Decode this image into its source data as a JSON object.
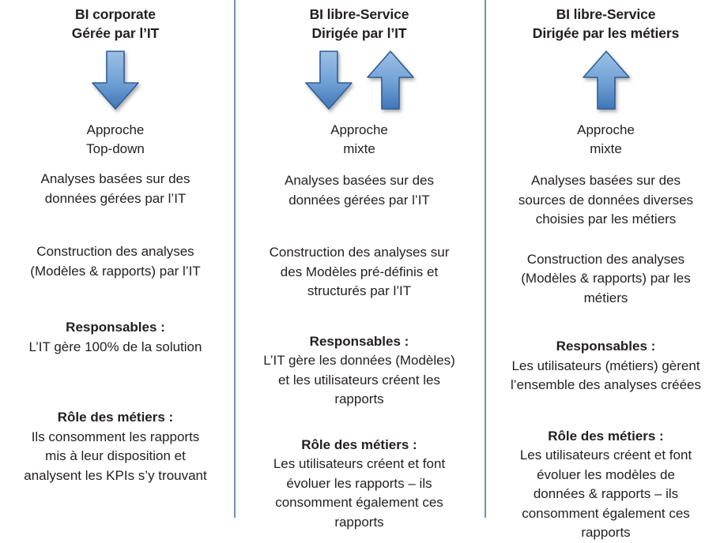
{
  "colors": {
    "divider": "#6f92b4",
    "arrow_fill_top": "#8fb6e0",
    "arrow_fill_bottom": "#4a82c0",
    "arrow_stroke": "#2f5f96",
    "text": "#231f20"
  },
  "columns": [
    {
      "id": "bi-corporate",
      "title_lines": [
        "BI corporate",
        "Gérée par l’IT"
      ],
      "arrows": [
        "arrow-down-icon"
      ],
      "approach_lines": [
        "Approche",
        "Top-down"
      ],
      "data_block": {
        "lines": [
          "Analyses basées sur des",
          "données gérées par l’IT"
        ]
      },
      "build_block": {
        "lines": [
          "Construction des analyses",
          "(Modèles & rapports) par l’IT"
        ]
      },
      "responsible_block": {
        "heading": "Responsables :",
        "lines": [
          "L’IT gère 100% de la solution"
        ]
      },
      "role_block": {
        "heading": "Rôle des métiers :",
        "lines": [
          "Ils consomment les rapports",
          "mis à leur disposition et",
          "analysent les KPIs s’y trouvant"
        ]
      }
    },
    {
      "id": "bi-libre-service-it",
      "title_lines": [
        "BI libre-Service",
        "Dirigée par l’IT"
      ],
      "arrows": [
        "arrow-down-icon",
        "arrow-up-icon"
      ],
      "approach_lines": [
        "Approche",
        "mixte"
      ],
      "data_block": {
        "lines": [
          "Analyses basées sur des",
          "données gérées par l’IT"
        ]
      },
      "build_block": {
        "lines": [
          "Construction des analyses sur",
          "des Modèles pré-définis et",
          "structurés par l’IT"
        ]
      },
      "responsible_block": {
        "heading": "Responsables :",
        "lines": [
          "L’IT gère les données (Modèles)",
          "et les utilisateurs créent les",
          "rapports"
        ]
      },
      "role_block": {
        "heading": "Rôle des métiers :",
        "lines": [
          "Les utilisateurs créent et font",
          "évoluer les rapports – ils",
          "consomment également ces",
          "rapports"
        ]
      }
    },
    {
      "id": "bi-libre-service-metiers",
      "title_lines": [
        "BI libre-Service",
        "Dirigée par les métiers"
      ],
      "arrows": [
        "arrow-up-icon"
      ],
      "approach_lines": [
        "Approche",
        "mixte"
      ],
      "data_block": {
        "lines": [
          "Analyses basées sur des",
          "sources de données diverses",
          "choisies par les métiers"
        ]
      },
      "build_block": {
        "lines": [
          "Construction des analyses",
          "(Modèles & rapports) par les",
          "métiers"
        ]
      },
      "responsible_block": {
        "heading": "Responsables :",
        "lines": [
          "Les utilisateurs (métiers) gèrent",
          "l’ensemble des analyses créées"
        ]
      },
      "role_block": {
        "heading": "Rôle des métiers :",
        "lines": [
          "Les utilisateurs créent et font",
          "évoluer les modèles de",
          "données & rapports – ils",
          "consomment également ces",
          "rapports"
        ]
      }
    }
  ]
}
